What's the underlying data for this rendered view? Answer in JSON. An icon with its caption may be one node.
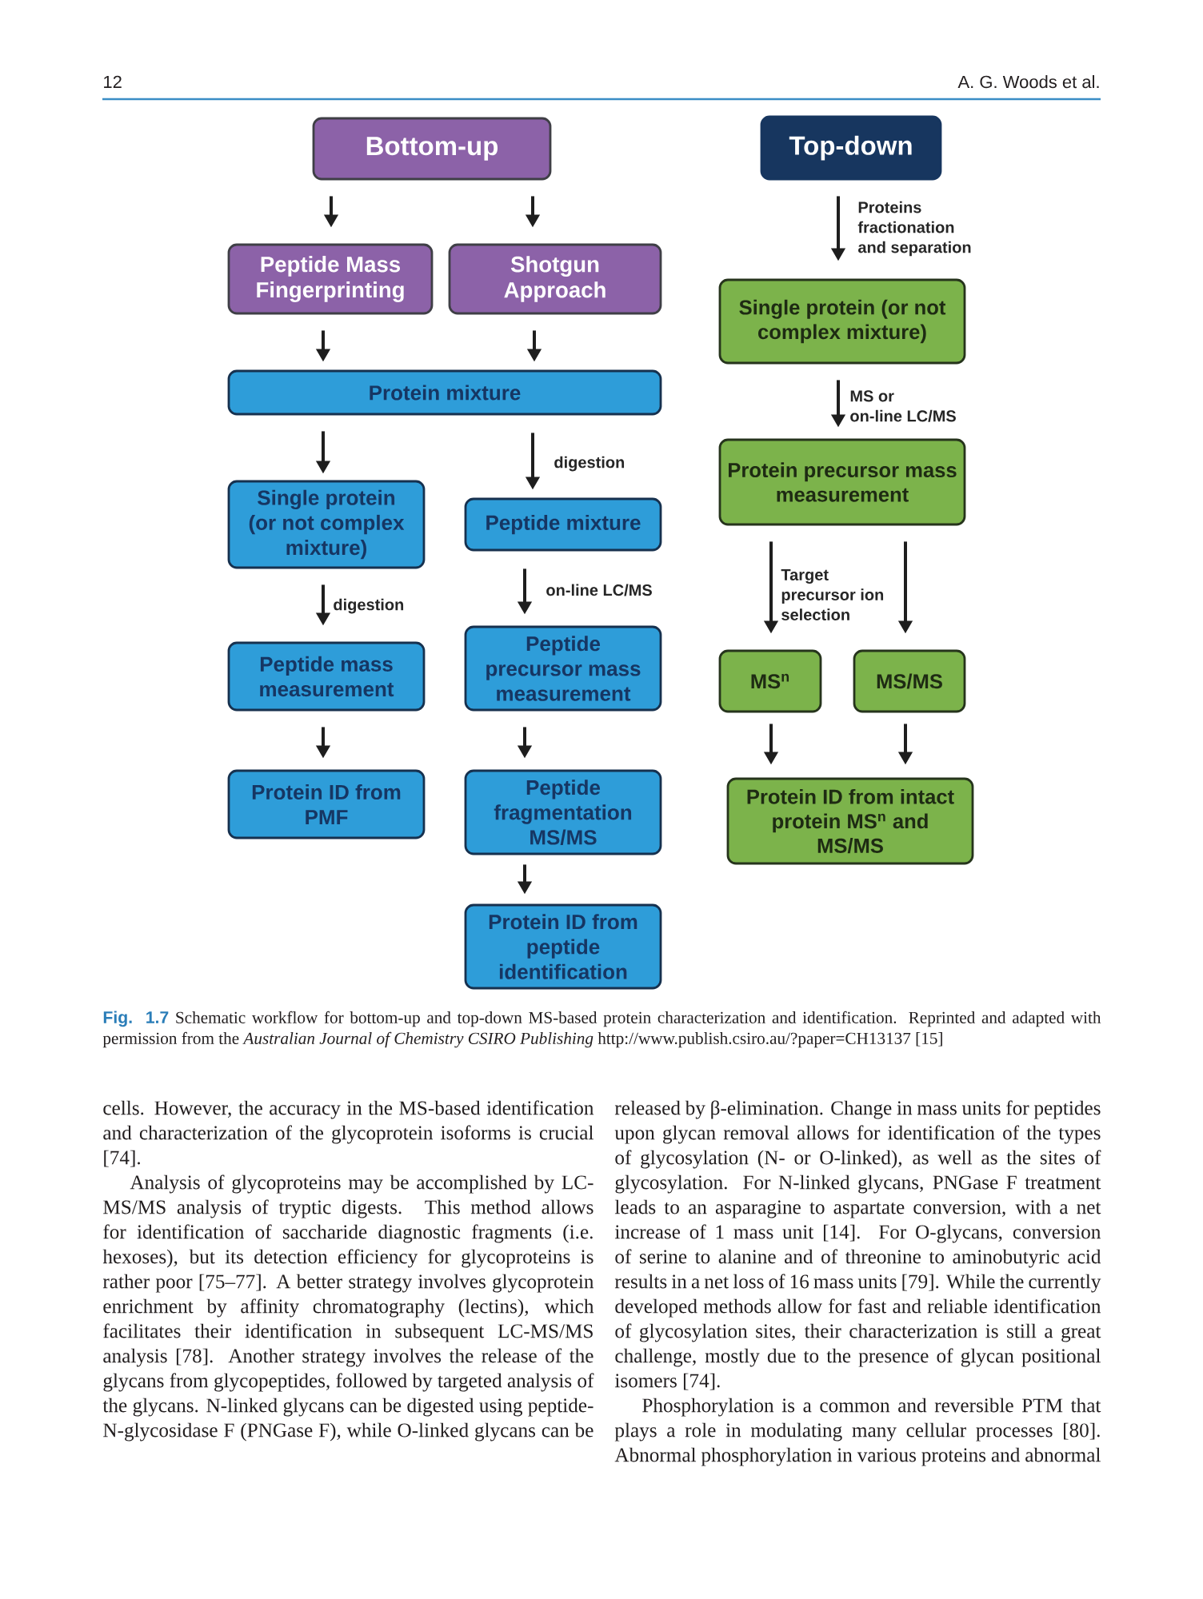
{
  "diagram": {
    "caption": "**Fig. 1.7** Schematic workflow for bottom-up and top-down MS-based protein characterization and identification. Reprinted and adapted with permission from the *Australian Journal of Chemistry CSIRO Publishing* http://www.publish.csiro.au/?paper=CH13137 [15]",
    "nodes": [
      {
        "text": [
          "Bottom-up"
        ]
      },
      {
        "text": [
          "Top-down"
        ]
      },
      {
        "text": [
          "Peptide Mass Fingerprinting"
        ]
      },
      {
        "text": [
          "Shotgun Approach"
        ]
      },
      {
        "text": [
          "Single protein (or not complex mixture)"
        ]
      },
      {
        "text": [
          "Protein mixture"
        ]
      },
      {
        "text": [
          "Protein precursor mass measurement"
        ]
      },
      {
        "text": [
          "Single protein (or not complex mixture)"
        ]
      },
      {
        "text": [
          "Peptide mixture"
        ]
      },
      {
        "text": [
          "Peptide mass measurement"
        ]
      },
      {
        "text": [
          "Peptide precursor mass measurement"
        ]
      },
      {
        "text": [
          "MS$^{n}$"
        ]
      },
      {
        "text": [
          "MS/MS"
        ]
      },
      {
        "text": [
          "Protein ID from PMF"
        ]
      },
      {
        "text": [
          "Peptide fragmentation MS/MS"
        ]
      },
      {
        "text": [
          "Protein ID from intact protein MS$^{n}$ and MS/MS"
        ]
      },
      {
        "text": [
          "Protein ID from peptide identification"
        ]
      }
    ],
    "edges": [
      {
        "from": 0,
        "to": 2,
        "arrow": "to"
      },
      {
        "from": 0,
        "to": 3,
        "arrow": "to"
      },
      {
        "from": 2,
        "to": 5,
        "arrow": "to"
      },
      {
        "from": 3,
        "to": 5,
        "arrow": "to"
      },
      {
        "from": 5,
        "to": 7,
        "arrow": "to"
      },
      {
        "from": 5,
        "to": 8,
        "arrow": "to",
        "label": "digestion"
      },
      {
        "from": 7,
        "to": 9,
        "arrow": "to",
        "label": "digestion"
      },
      {
        "from": 8,
        "to": 10,
        "arrow": "to",
        "label": "on-line LC/MS"
      },
      {
        "from": 9,
        "to": 13,
        "arrow": "to"
      },
      {
        "from": 10,
        "to": 14,
        "arrow": "to"
      },
      {
        "from": 14,
        "to": 16,
        "arrow": "to"
      },
      {
        "from": 1,
        "to": 4,
        "arrow": "to",
        "label": "Proteins fractionation and separation"
      },
      {
        "from": 4,
        "to": 6,
        "arrow": "to",
        "label": "MS or on-line LC/MS"
      },
      {
        "from": 6,
        "to": 11,
        "arrow": "to",
        "label": "Target precursor ion selection"
      },
      {
        "from": 6,
        "to": 12,
        "arrow": "to"
      },
      {
        "from": 11,
        "to": 15,
        "arrow": "to"
      },
      {
        "from": 12,
        "to": 15,
        "arrow": "to"
      }
    ],
    "labels": [
      "12",
      "A. G. Woods et al.",
      "cells. However, the accuracy in the MS-based identification and characterization of the glycoprotein isoforms is crucial [74].",
      "Analysis of glycoproteins may be accomplished by LC-MS/MS analysis of tryptic digests. This method allows for identification of saccharide diagnostic fragments (i.e. hexoses), but its detection efficiency for glycoproteins is rather poor [75–77]. A better strategy involves glycoprotein enrichment by affinity chromatography (lectins), which facilitates their identification in subsequent LC-MS/MS analysis [78]. Another strategy involves the release of the glycans from glycopeptides, followed by targeted analysis of the glycans. N-linked glycans can be digested using peptide-N-glycosidase F (PNGase F), while O-linked glycans can be",
      "released by β-elimination. Change in mass units for peptides upon glycan removal allows for identification of the types of glycosylation (N- or O-linked), as well as the sites of glycosylation. For N-linked glycans, PNGase F treatment leads to an asparagine to aspartate conversion, with a net increase of 1 mass unit [14]. For O-glycans, conversion of serine to alanine and of threonine to aminobutyric acid results in a net loss of 16 mass units [79]. While the currently developed methods allow for fast and reliable identification of glycosylation sites, their characterization is still a great challenge, mostly due to the presence of glycan positional isomers [74].",
      "Phosphorylation is a common and reversible PTM that plays a role in modulating many cellular processes [80]. Abnormal phosphorylation in various proteins and abnormal"
    ]
  }
}
